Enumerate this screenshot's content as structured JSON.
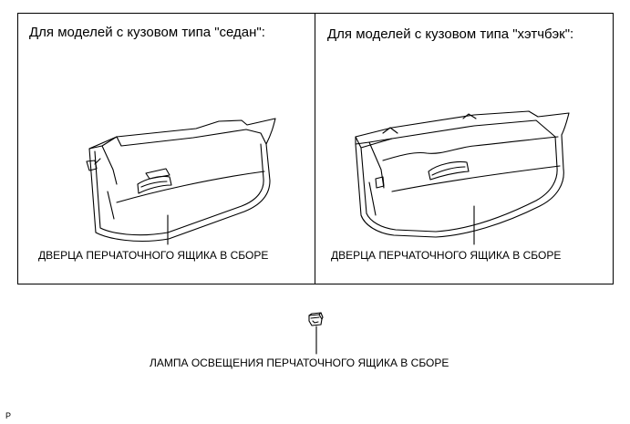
{
  "panels": {
    "sedan": {
      "title": "Для моделей с кузовом типа \"седан\":",
      "label": "ДВЕРЦА ПЕРЧАТОЧНОГО ЯЩИКА В СБОРЕ"
    },
    "hatchback": {
      "title": "Для моделей с кузовом типа \"хэтчбэк\":",
      "label": "ДВЕРЦА ПЕРЧАТОЧНОГО ЯЩИКА В СБОРЕ"
    }
  },
  "lamp": {
    "label": "ЛАМПА ОСВЕЩЕНИЯ ПЕРЧАТОЧНОГО ЯЩИКА В СБОРЕ"
  },
  "page_code": "P",
  "colors": {
    "line": "#000000",
    "background": "#ffffff"
  }
}
